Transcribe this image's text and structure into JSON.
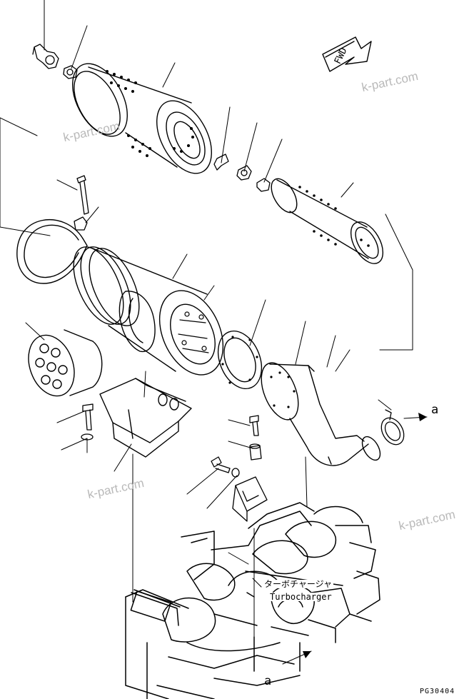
{
  "direction_badge": {
    "text": "FWD"
  },
  "watermarks": [
    "k-part.com",
    "k-part.com",
    "k-part.com",
    "k-part.com"
  ],
  "callouts": {
    "connection_mark_upper": "a",
    "connection_mark_lower": "a"
  },
  "turbocharger": {
    "label_jp": "ターボチャージャ",
    "label_en": "Turbocharger"
  },
  "drawing_code": "PG30404"
}
